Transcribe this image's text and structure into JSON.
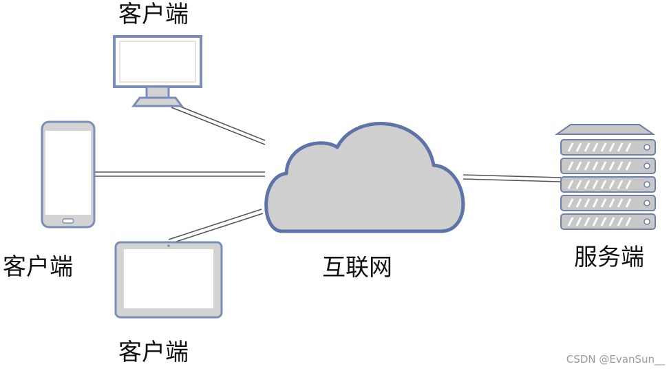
{
  "labels": {
    "client_top": "客户端",
    "client_left": "客户端",
    "client_bottom": "客户端",
    "internet": "互联网",
    "server": "服务端"
  },
  "watermark": "CSDN @EvanSun__",
  "colors": {
    "device_outline": "#7a8cb8",
    "screen_fill": "#ffffff",
    "device_body": "#d3d3d3",
    "cloud_fill": "#cfcfcf",
    "cloud_outline": "#5f73a8",
    "server_fill": "#c8c8c8",
    "server_outline": "#6f80ad",
    "connector": "#555555"
  },
  "icons": [
    "desktop-monitor-icon",
    "smartphone-icon",
    "tablet-icon",
    "cloud-icon",
    "server-rack-icon"
  ]
}
